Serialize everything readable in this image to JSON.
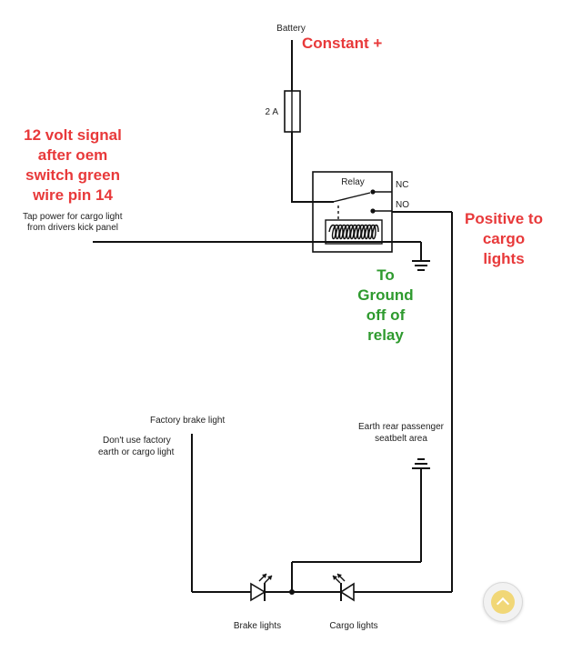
{
  "labels": {
    "battery": "Battery",
    "fuse_rating": "2 A",
    "relay": "Relay",
    "nc": "NC",
    "no": "NO",
    "tap_power_line1": "Tap power for cargo light",
    "tap_power_line2": "from drivers kick panel",
    "factory_brake_light": "Factory brake light",
    "dont_use_line1": "Don't use factory",
    "dont_use_line2": "earth or cargo light",
    "earth_line1": "Earth rear passenger",
    "earth_line2": "seatbelt area",
    "brake_lights": "Brake lights",
    "cargo_lights": "Cargo lights"
  },
  "annotations": {
    "constant": "Constant +",
    "signal_line1": "12 volt signal",
    "signal_line2": "after oem",
    "signal_line3": "switch green",
    "signal_line4": "wire pin 14",
    "positive_line1": "Positive to",
    "positive_line2": "cargo",
    "positive_line3": "lights",
    "ground_line1": "To",
    "ground_line2": "Ground",
    "ground_line3": "off of",
    "ground_line4": "relay"
  },
  "colors": {
    "annotation_red": "#e8393a",
    "annotation_green": "#2e9a2e",
    "wire": "#111111"
  },
  "icons": {
    "scroll_top": "chevron-up-icon"
  }
}
